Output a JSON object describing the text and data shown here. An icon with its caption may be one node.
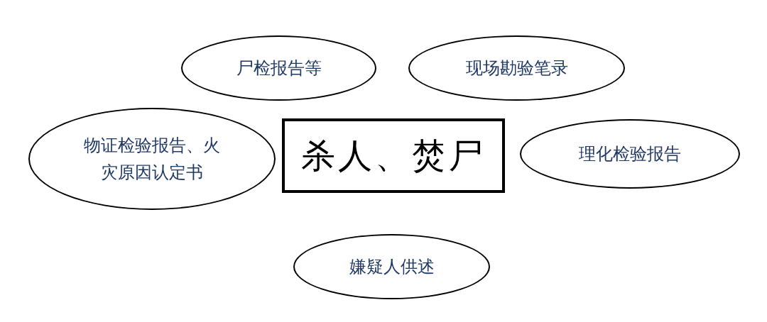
{
  "diagram": {
    "nodes": [
      {
        "text": [
          "尸检报告等"
        ]
      },
      {
        "text": [
          "现场勘验笔录"
        ]
      },
      {
        "text": [
          "物证检验报告、火灾原因认定书"
        ]
      },
      {
        "text": [
          "杀人、焚尸"
        ]
      },
      {
        "text": [
          "理化检验报告"
        ]
      },
      {
        "text": [
          "嫌疑人供述"
        ]
      }
    ]
  }
}
